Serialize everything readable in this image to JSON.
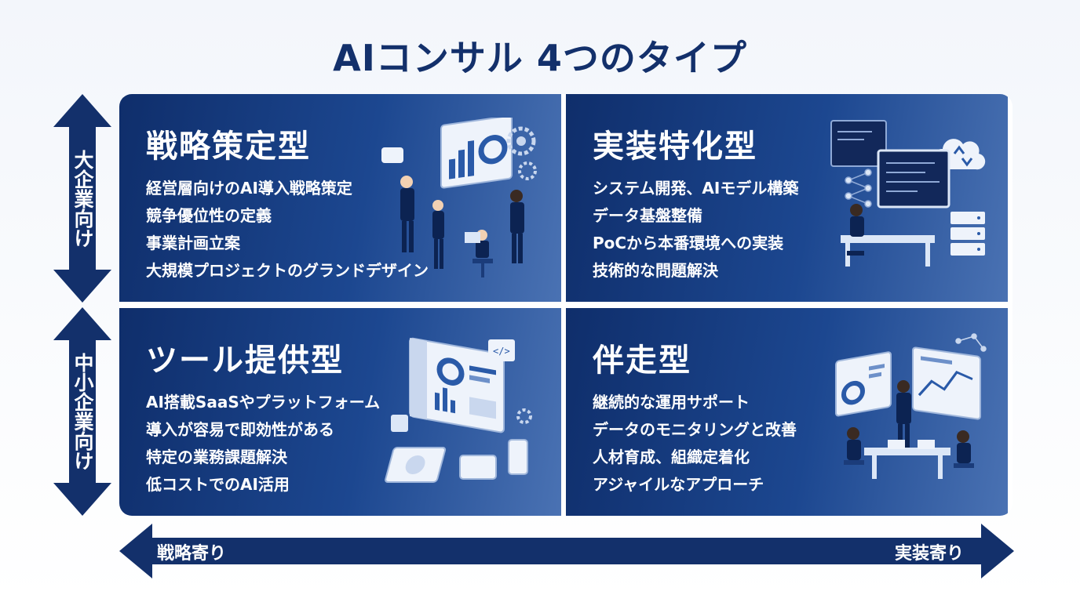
{
  "title": "AIコンサル 4つのタイプ",
  "axes": {
    "vertical_top": "大企業向け",
    "vertical_bottom": "中小企業向け",
    "horizontal_left": "戦略寄り",
    "horizontal_right": "実装寄り"
  },
  "quadrants": [
    {
      "title": "戦略策定型",
      "items": [
        "経営層向けのAI導入戦略策定",
        "競争優位性の定義",
        "事業計画立案",
        "大規模プロジェクトのグランドデザイン"
      ],
      "illustration": "strategy-meeting-illustration"
    },
    {
      "title": "実装特化型",
      "items": [
        "システム開発、AIモデル構築",
        "データ基盤整備",
        "PoCから本番環境への実装",
        "技術的な問題解決"
      ],
      "illustration": "developer-workstation-illustration"
    },
    {
      "title": "ツール提供型",
      "items": [
        "AI搭載SaaSやプラットフォーム",
        "導入が容易で即効性がある",
        "特定の業務課題解決",
        "低コストでのAI活用"
      ],
      "illustration": "saas-devices-illustration"
    },
    {
      "title": "伴走型",
      "items": [
        "継続的な運用サポート",
        "データのモニタリングと改善",
        "人材育成、組織定着化",
        "アジャイルなアプローチ"
      ],
      "illustration": "team-collaboration-illustration"
    }
  ],
  "colors": {
    "title": "#13306b",
    "arrow": "#13306b",
    "panel_dark": "#0f2e6b",
    "panel_light": "#4a72b3"
  }
}
